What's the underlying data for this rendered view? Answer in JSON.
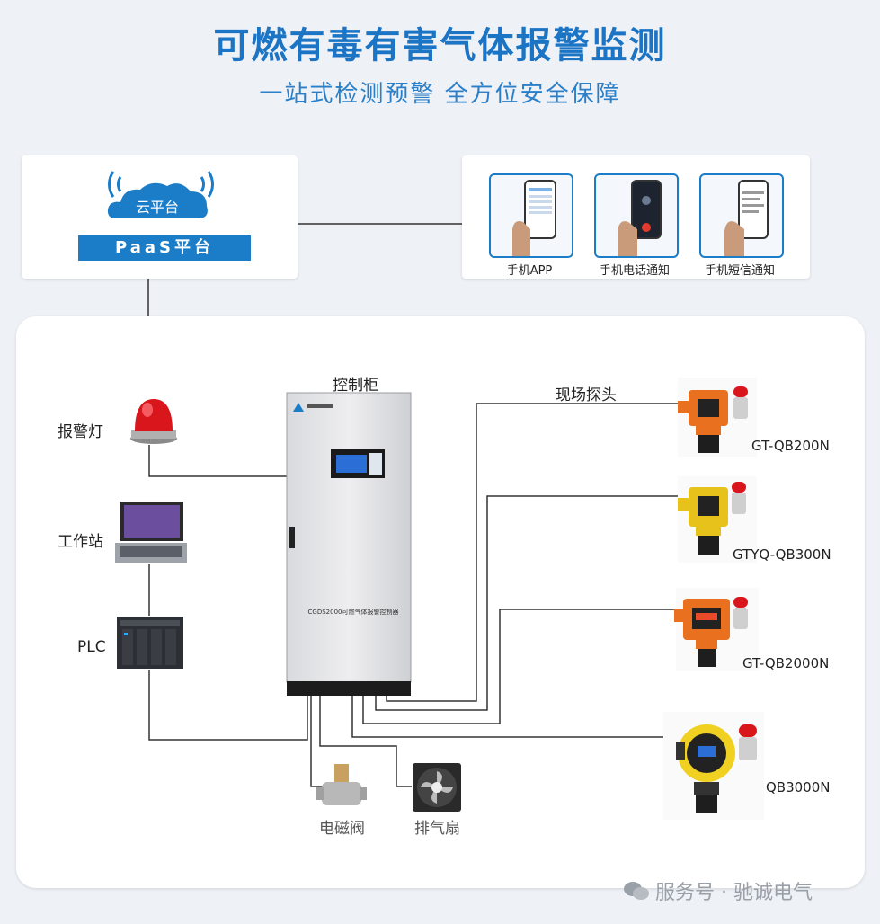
{
  "header": {
    "title": "可燃有毒有害气体报警监测",
    "subtitle": "一站式检测预警  全方位安全保障"
  },
  "cloud": {
    "label": "云平台",
    "paas": "PaaS平台"
  },
  "notifications": [
    {
      "label": "手机APP",
      "icon": "phone-app-icon"
    },
    {
      "label": "手机电话通知",
      "icon": "phone-call-icon"
    },
    {
      "label": "手机短信通知",
      "icon": "phone-sms-icon"
    }
  ],
  "cabinet": {
    "title": "控制柜",
    "model": "CGDS2000可燃气体报警控制器"
  },
  "left_devices": {
    "alarm_light": "报警灯",
    "workstation": "工作站",
    "plc": "PLC"
  },
  "bottom_devices": {
    "valve": "电磁阀",
    "fan": "排气扇"
  },
  "field": {
    "title": "现场探头",
    "detectors": [
      {
        "model": "GT-QB200N",
        "color": "#e8701f"
      },
      {
        "model": "GTYQ-QB300N",
        "color": "#e6c21a"
      },
      {
        "model": "GT-QB2000N",
        "color": "#e8701f"
      },
      {
        "model": "QB3000N",
        "color": "#f0d020"
      }
    ]
  },
  "watermark": {
    "text": "服务号 · 驰诚电气"
  },
  "colors": {
    "brand_blue": "#1b7cc8",
    "title_blue": "#1b74c4"
  }
}
